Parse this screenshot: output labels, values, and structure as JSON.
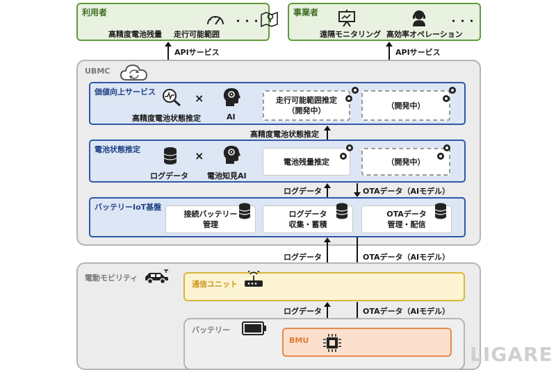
{
  "user": {
    "title": "利用者",
    "item1": "高精度電池残量",
    "item2": "走行可能範囲",
    "more": "・・・"
  },
  "operator": {
    "title": "事業者",
    "item1": "遠隔モニタリング",
    "item2": "高効率オペレーション",
    "more": "・・・"
  },
  "api_left": "APIサービス",
  "api_right": "APIサービス",
  "ubmc": {
    "title": "UBMC"
  },
  "value_service": {
    "title": "価値向上サービス",
    "icon1_label": "高精度電池状態推定",
    "times": "×",
    "icon2_label": "AI",
    "box1_line1": "走行可能範囲推定",
    "box1_line2": "（開発中）",
    "box2": "（開発中）"
  },
  "arrow_state": "高精度電池状態推定",
  "battery_state": {
    "title": "電池状態推定",
    "icon1_label": "ログデータ",
    "times": "×",
    "icon2_label": "電池知見AI",
    "box1": "電池残量推定",
    "box2": "（開発中）"
  },
  "arrow_log_1": "ログデータ",
  "arrow_ota_1": "OTAデータ（AIモデル）",
  "iot": {
    "title": "バッテリーIoT基盤",
    "box1_line1": "接続バッテリー",
    "box1_line2": "管理",
    "box2_line1": "ログデータ",
    "box2_line2": "収集・蓄積",
    "box3_line1": "OTAデータ",
    "box3_line2": "管理・配信"
  },
  "arrow_log_2": "ログデータ",
  "arrow_ota_2": "OTAデータ（AIモデル）",
  "mobility": {
    "title": "電動モビリティ"
  },
  "comm_unit": {
    "title": "通信ユニット"
  },
  "arrow_log_3": "ログデータ",
  "arrow_ota_3": "OTAデータ（AIモデル）",
  "battery": {
    "title": "バッテリー"
  },
  "bmu": {
    "title": "BMU"
  },
  "watermark": "LIGARE",
  "colors": {
    "green": "#5f9a3a",
    "blue": "#2e57a5",
    "yellow": "#d9b53a",
    "orange": "#e8884a",
    "gray": "#b4b4b4"
  }
}
